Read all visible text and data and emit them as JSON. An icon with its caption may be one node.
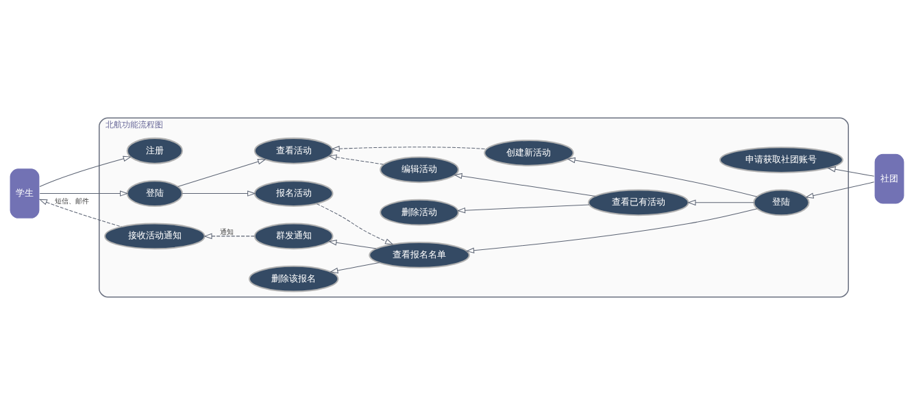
{
  "diagram": {
    "nodes": [
      {
        "text": [
          "北航功能流程图"
        ]
      },
      {
        "text": [
          "学生"
        ]
      },
      {
        "text": [
          "注册"
        ],
        "in": 0
      },
      {
        "text": [
          "登陆"
        ],
        "in": 0
      },
      {
        "text": [
          "查看活动"
        ],
        "in": 0
      },
      {
        "text": [
          "报名活动"
        ],
        "in": 0
      },
      {
        "text": [
          "接收活动通知"
        ],
        "in": 0
      },
      {
        "text": [
          "申请获取社团账号"
        ],
        "in": 0
      },
      {
        "text": [
          "创建新活动"
        ],
        "in": 0
      },
      {
        "text": [
          "登陆"
        ],
        "in": 0
      },
      {
        "text": [
          "编辑活动"
        ],
        "in": 0
      },
      {
        "text": [
          "查看已有活动"
        ],
        "in": 0
      },
      {
        "text": [
          "删除活动"
        ],
        "in": 0
      },
      {
        "text": [
          "查看报名名单"
        ],
        "in": 0
      },
      {
        "text": [
          "删除该报名"
        ],
        "in": 0
      },
      {
        "text": [
          "群发通知"
        ],
        "in": 0
      },
      {
        "text": [
          "社团"
        ]
      }
    ],
    "edges": [
      {
        "from": 1,
        "to": 2,
        "arrow": "to"
      },
      {
        "from": 1,
        "to": 3,
        "arrow": "to"
      },
      {
        "from": 3,
        "to": 4,
        "arrow": "to"
      },
      {
        "from": 3,
        "to": 5,
        "arrow": "to"
      },
      {
        "from": 6,
        "to": 1,
        "arrow": "to",
        "style": "dashed",
        "label": "短信、邮件"
      },
      {
        "from": 8,
        "to": 4,
        "arrow": "to",
        "style": "dashed"
      },
      {
        "from": 10,
        "to": 4,
        "arrow": "to",
        "style": "dashed"
      },
      {
        "from": 9,
        "to": 8,
        "arrow": "to"
      },
      {
        "from": 9,
        "to": 11,
        "arrow": "to"
      },
      {
        "from": 11,
        "to": 10,
        "arrow": "to"
      },
      {
        "from": 11,
        "to": 12,
        "arrow": "to"
      },
      {
        "from": 9,
        "to": 13,
        "arrow": "to"
      },
      {
        "from": 5,
        "to": 13,
        "arrow": "to",
        "style": "dashed"
      },
      {
        "from": 13,
        "to": 14,
        "arrow": "to"
      },
      {
        "from": 13,
        "to": 15,
        "arrow": "to"
      },
      {
        "from": 15,
        "to": 6,
        "arrow": "to",
        "style": "dashed",
        "label": "通知"
      },
      {
        "from": 16,
        "to": 7,
        "arrow": "to"
      },
      {
        "from": 16,
        "to": 9,
        "arrow": "to"
      }
    ]
  }
}
